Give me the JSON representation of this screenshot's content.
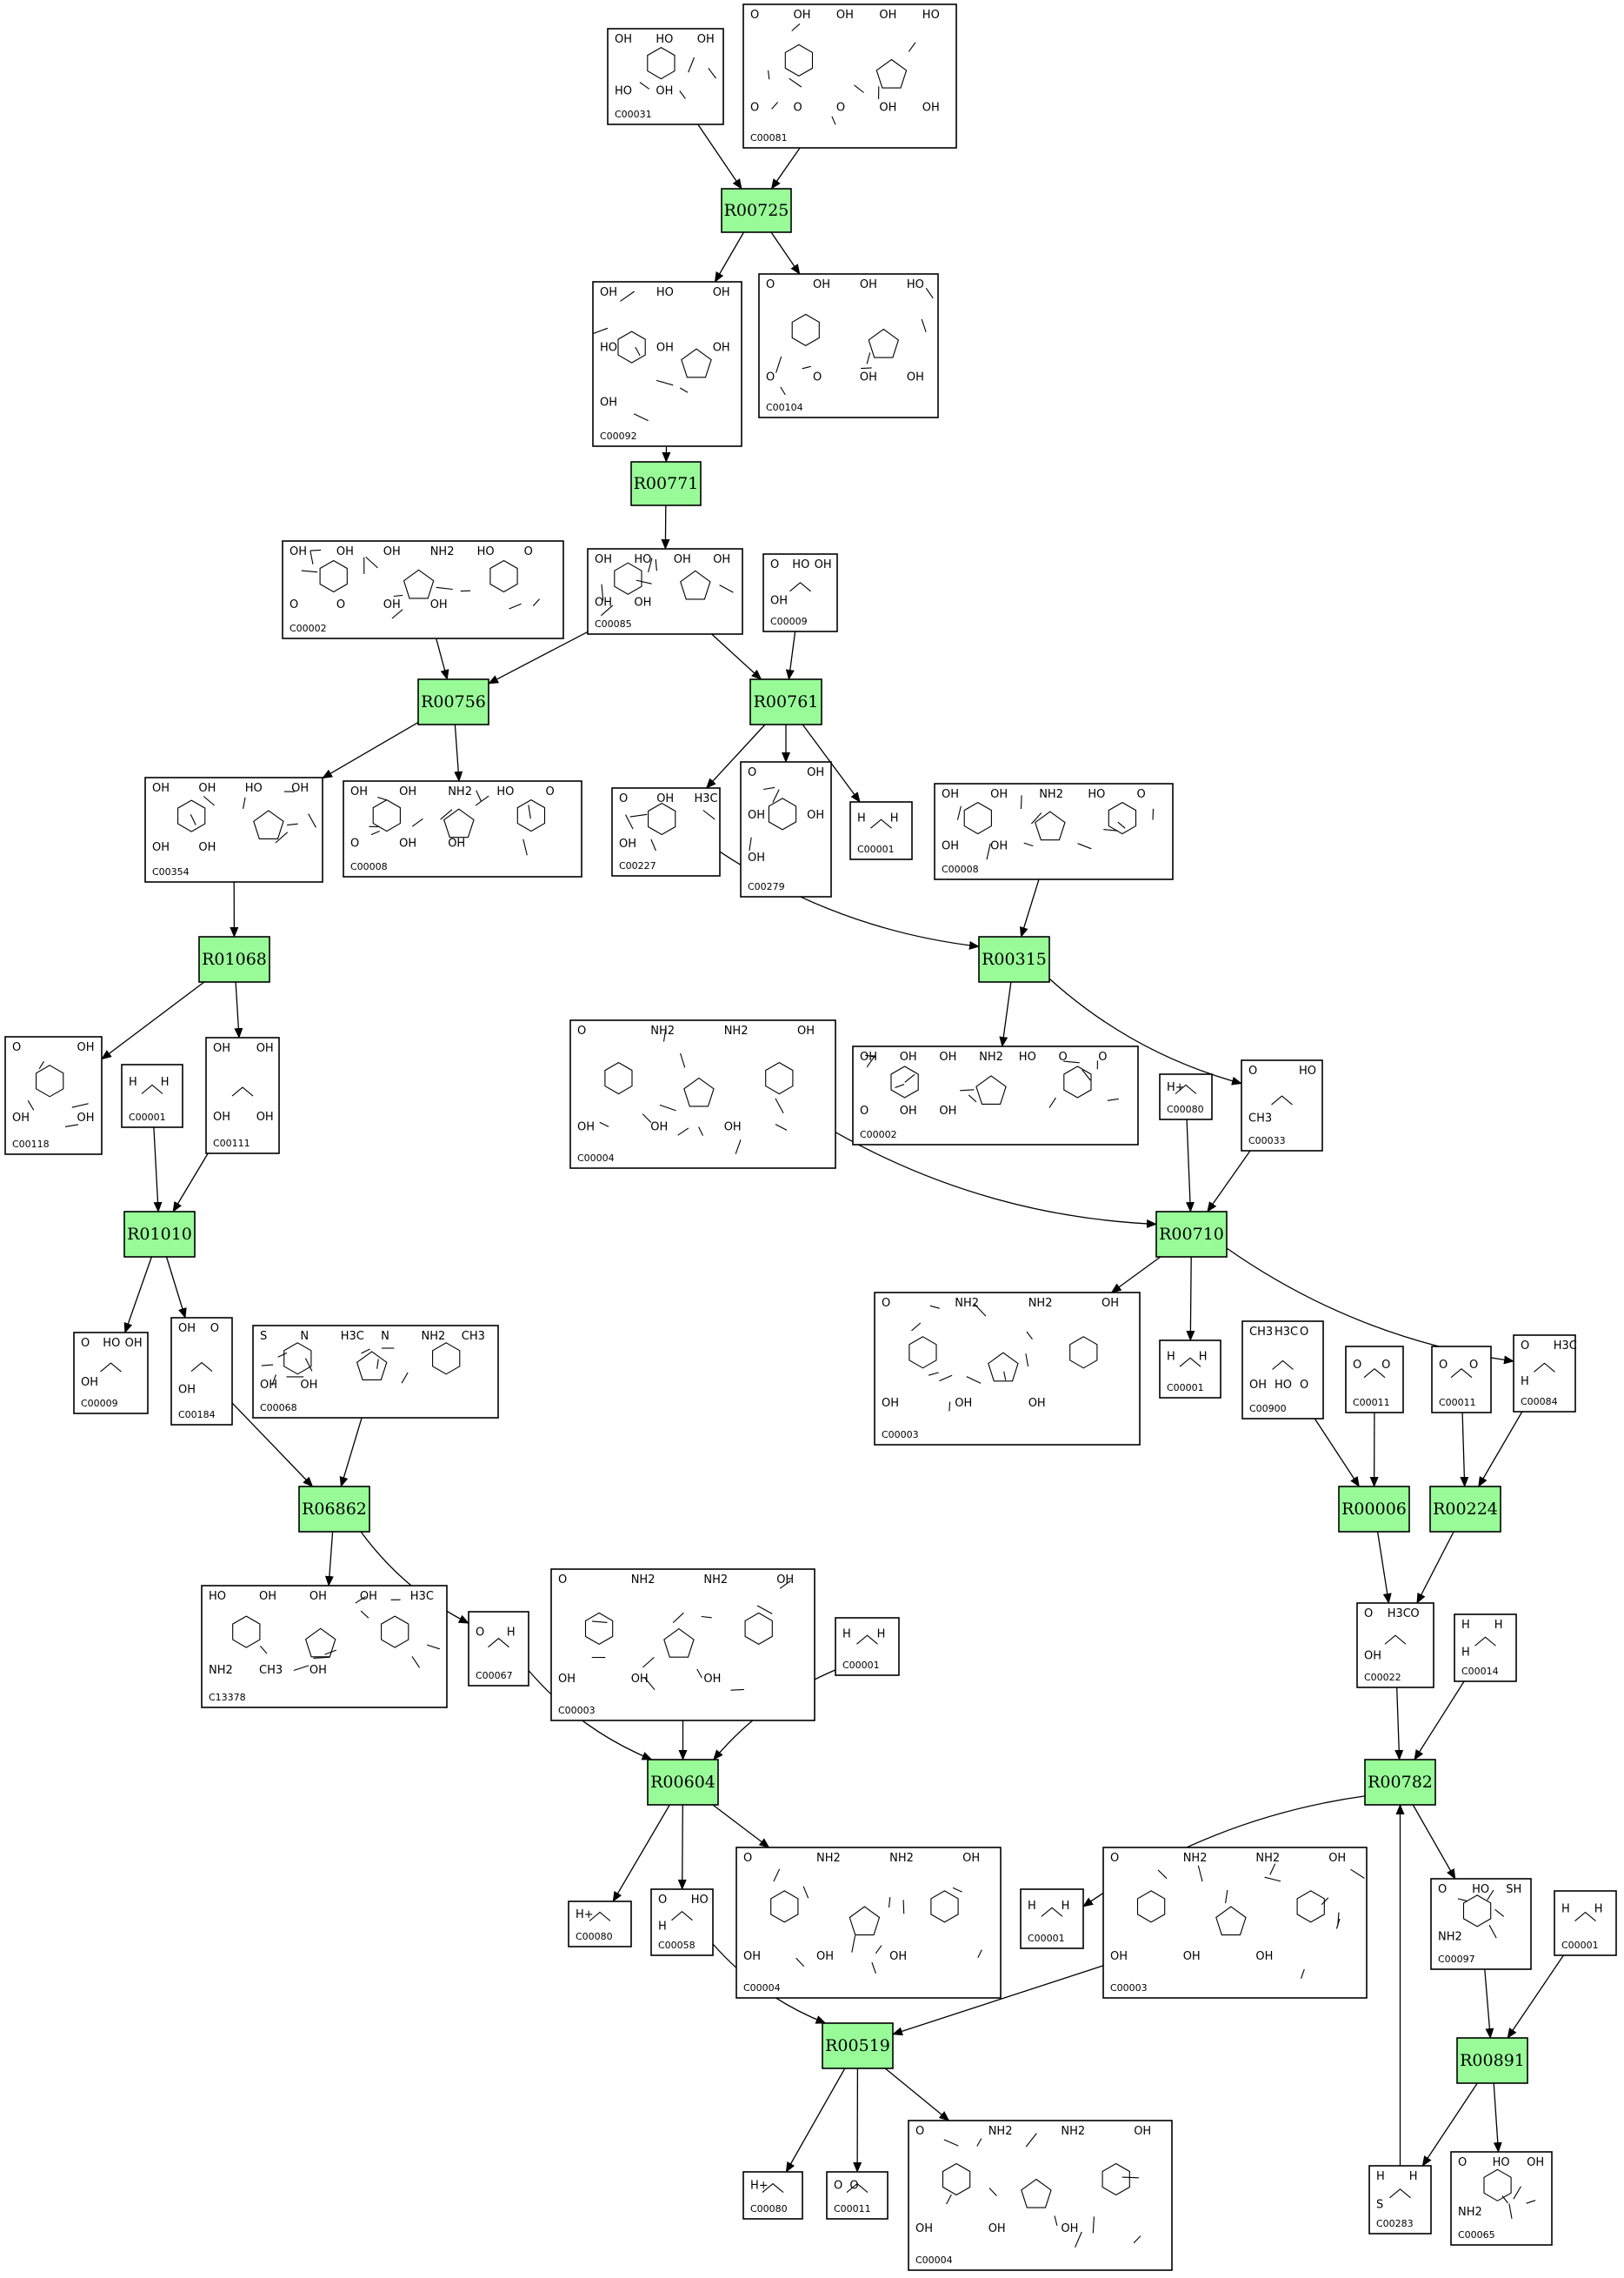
{
  "compounds": [
    {
      "key": "cA",
      "id": "C00031",
      "lbl": [
        "OH",
        "HO",
        "OH",
        "HO",
        "OH"
      ]
    },
    {
      "key": "cB",
      "id": "C00081",
      "lbl": [
        "O",
        "OH",
        "OH",
        "OH",
        "HO",
        "O",
        "O",
        "O",
        "OH",
        "OH"
      ]
    },
    {
      "key": "cC",
      "id": "C00092",
      "lbl": [
        "OH",
        "HO",
        "OH",
        "HO",
        "OH",
        "OH",
        "OH"
      ]
    },
    {
      "key": "cD",
      "id": "C00104",
      "lbl": [
        "O",
        "OH",
        "OH",
        "HO",
        "O",
        "O",
        "OH",
        "OH"
      ]
    },
    {
      "key": "cE",
      "id": "C00002",
      "lbl": [
        "OH",
        "OH",
        "OH",
        "NH2",
        "HO",
        "O",
        "O",
        "O",
        "OH",
        "OH"
      ]
    },
    {
      "key": "cF",
      "id": "C00085",
      "lbl": [
        "OH",
        "HO",
        "OH",
        "OH",
        "OH",
        "OH"
      ]
    },
    {
      "key": "cG",
      "id": "C00009",
      "lbl": [
        "O",
        "HO",
        "OH",
        "OH"
      ]
    },
    {
      "key": "cH",
      "id": "C00354",
      "lbl": [
        "OH",
        "OH",
        "HO",
        "OH",
        "OH",
        "OH"
      ]
    },
    {
      "key": "cI",
      "id": "C00008",
      "lbl": [
        "OH",
        "OH",
        "NH2",
        "HO",
        "O",
        "O",
        "OH",
        "OH"
      ]
    },
    {
      "key": "cJ",
      "id": "C00227",
      "lbl": [
        "O",
        "OH",
        "H3C",
        "OH"
      ]
    },
    {
      "key": "cK",
      "id": "C00279",
      "lbl": [
        "O",
        "OH",
        "OH",
        "OH",
        "OH"
      ]
    },
    {
      "key": "cL",
      "id": "C00001",
      "lbl": [
        "H",
        "H"
      ]
    },
    {
      "key": "cM",
      "id": "C00008",
      "lbl": [
        "OH",
        "OH",
        "NH2",
        "HO",
        "O",
        "OH",
        "OH"
      ]
    },
    {
      "key": "cN",
      "id": "C00118",
      "lbl": [
        "O",
        "OH",
        "OH",
        "OH"
      ]
    },
    {
      "key": "cO",
      "id": "C00001",
      "lbl": [
        "H",
        "H"
      ]
    },
    {
      "key": "cP",
      "id": "C00111",
      "lbl": [
        "OH",
        "OH",
        "OH",
        "OH"
      ]
    },
    {
      "key": "cQ",
      "id": "C00004",
      "lbl": [
        "O",
        "NH2",
        "NH2",
        "OH",
        "OH",
        "OH",
        "OH"
      ]
    },
    {
      "key": "cR",
      "id": "C00002",
      "lbl": [
        "OH",
        "OH",
        "OH",
        "NH2",
        "HO",
        "O",
        "O",
        "O",
        "OH",
        "OH"
      ]
    },
    {
      "key": "cS",
      "id": "C00080",
      "lbl": [
        "H+"
      ]
    },
    {
      "key": "cT",
      "id": "C00033",
      "lbl": [
        "O",
        "HO",
        "CH3"
      ]
    },
    {
      "key": "cU",
      "id": "C00009",
      "lbl": [
        "O",
        "HO",
        "OH",
        "OH"
      ]
    },
    {
      "key": "cV",
      "id": "C00184",
      "lbl": [
        "OH",
        "O",
        "OH"
      ]
    },
    {
      "key": "cW",
      "id": "C00068",
      "lbl": [
        "S",
        "N",
        "H3C",
        "N",
        "NH2",
        "CH3",
        "OH",
        "OH"
      ]
    },
    {
      "key": "cX",
      "id": "C00003",
      "lbl": [
        "O",
        "NH2",
        "NH2",
        "OH",
        "OH",
        "OH",
        "OH"
      ]
    },
    {
      "key": "cY",
      "id": "C00001",
      "lbl": [
        "H",
        "H"
      ]
    },
    {
      "key": "cZ",
      "id": "C00900",
      "lbl": [
        "CH3",
        "H3C",
        "O",
        "OH",
        "HO",
        "O"
      ]
    },
    {
      "key": "c1",
      "id": "C00011",
      "lbl": [
        "O",
        "O"
      ]
    },
    {
      "key": "c2",
      "id": "C00011",
      "lbl": [
        "O",
        "O"
      ]
    },
    {
      "key": "c3",
      "id": "C00084",
      "lbl": [
        "O",
        "H3C",
        "H"
      ]
    },
    {
      "key": "c4",
      "id": "C13378",
      "lbl": [
        "HO",
        "OH",
        "OH",
        "OH",
        "H3C",
        "NH2",
        "CH3",
        "OH"
      ]
    },
    {
      "key": "c5",
      "id": "C00067",
      "lbl": [
        "O",
        "H"
      ]
    },
    {
      "key": "c6",
      "id": "C00003",
      "lbl": [
        "O",
        "NH2",
        "NH2",
        "OH",
        "OH",
        "OH",
        "OH"
      ]
    },
    {
      "key": "c7",
      "id": "C00001",
      "lbl": [
        "H",
        "H"
      ]
    },
    {
      "key": "c8",
      "id": "C00022",
      "lbl": [
        "O",
        "H3C",
        "O",
        "OH"
      ]
    },
    {
      "key": "c9",
      "id": "C00014",
      "lbl": [
        "H",
        "H",
        "H"
      ]
    },
    {
      "key": "d1",
      "id": "C00080",
      "lbl": [
        "H+"
      ]
    },
    {
      "key": "d2",
      "id": "C00058",
      "lbl": [
        "O",
        "HO",
        "H"
      ]
    },
    {
      "key": "d3",
      "id": "C00004",
      "lbl": [
        "O",
        "NH2",
        "NH2",
        "OH",
        "OH",
        "OH",
        "OH"
      ]
    },
    {
      "key": "d4",
      "id": "C00001",
      "lbl": [
        "H",
        "H"
      ]
    },
    {
      "key": "d5",
      "id": "C00003",
      "lbl": [
        "O",
        "NH2",
        "NH2",
        "OH",
        "OH",
        "OH",
        "OH"
      ]
    },
    {
      "key": "d6",
      "id": "C00097",
      "lbl": [
        "O",
        "HO",
        "SH",
        "NH2"
      ]
    },
    {
      "key": "d7",
      "id": "C00001",
      "lbl": [
        "H",
        "H"
      ]
    },
    {
      "key": "d8",
      "id": "C00080",
      "lbl": [
        "H+"
      ]
    },
    {
      "key": "d9",
      "id": "C00011",
      "lbl": [
        "O",
        "O"
      ]
    },
    {
      "key": "e1",
      "id": "C00004",
      "lbl": [
        "O",
        "NH2",
        "NH2",
        "OH",
        "OH",
        "OH",
        "OH"
      ]
    },
    {
      "key": "e2",
      "id": "C00283",
      "lbl": [
        "H",
        "H",
        "S"
      ]
    },
    {
      "key": "e3",
      "id": "C00065",
      "lbl": [
        "O",
        "HO",
        "OH",
        "NH2"
      ]
    }
  ],
  "reactions": [
    {
      "key": "r0725",
      "id": "R00725"
    },
    {
      "key": "r0771",
      "id": "R00771"
    },
    {
      "key": "r0756",
      "id": "R00756"
    },
    {
      "key": "r0761",
      "id": "R00761"
    },
    {
      "key": "r1068",
      "id": "R01068"
    },
    {
      "key": "r0315",
      "id": "R00315"
    },
    {
      "key": "r1010",
      "id": "R01010"
    },
    {
      "key": "r0710",
      "id": "R00710"
    },
    {
      "key": "r6862",
      "id": "R06862"
    },
    {
      "key": "r0006",
      "id": "R00006"
    },
    {
      "key": "r0224",
      "id": "R00224"
    },
    {
      "key": "r0604",
      "id": "R00604"
    },
    {
      "key": "r0782",
      "id": "R00782"
    },
    {
      "key": "r0519",
      "id": "R00519"
    },
    {
      "key": "r0891",
      "id": "R00891"
    }
  ],
  "colors": {
    "reaction_fill": "#98fb98",
    "stroke": "#000000",
    "background": "#ffffff"
  }
}
